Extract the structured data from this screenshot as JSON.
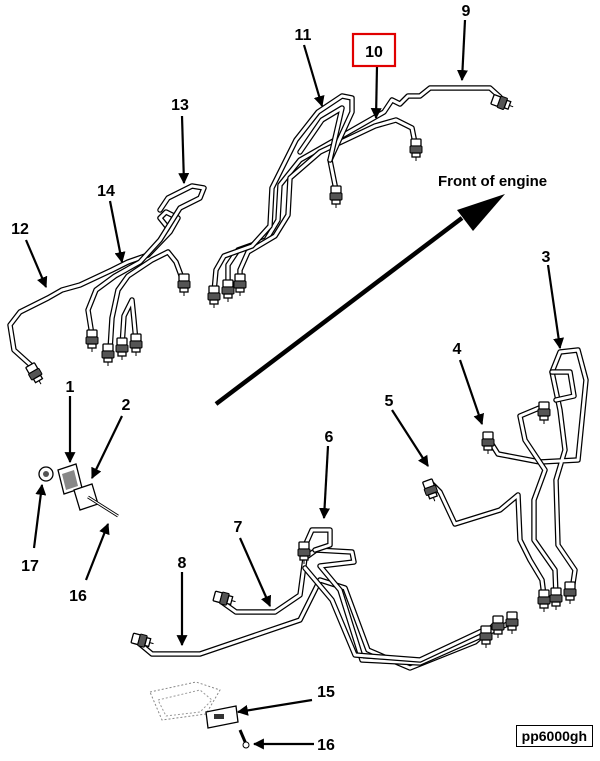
{
  "front_label": "Front of engine",
  "ref_code": "pp6000gh",
  "highlight_color": "#e00000",
  "callouts": {
    "c1": "1",
    "c2": "2",
    "c3": "3",
    "c4": "4",
    "c5": "5",
    "c6": "6",
    "c7": "7",
    "c8": "8",
    "c9": "9",
    "c10": "10",
    "c11": "11",
    "c12": "12",
    "c13": "13",
    "c14": "14",
    "c15": "15",
    "c16a": "16",
    "c16b": "16",
    "c17": "17"
  }
}
